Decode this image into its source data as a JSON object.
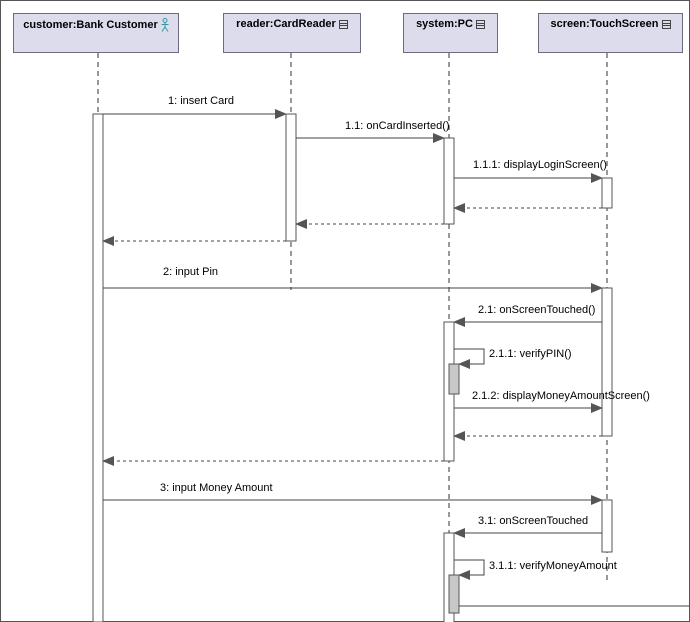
{
  "colors": {
    "header_fill": "#dcdcec",
    "header_border": "#6b6b80",
    "actor_icon": "#2e9aa6",
    "activation_fill": "#ffffff",
    "nested_activation_fill": "#c8c8c8",
    "line": "#444444"
  },
  "lifelines": [
    {
      "label": "customer:Bank Customer",
      "icon": "actor-icon"
    },
    {
      "label": "reader:CardReader",
      "icon": "class-icon"
    },
    {
      "label": "system:PC",
      "icon": "class-icon"
    },
    {
      "label": "screen:TouchScreen",
      "icon": "class-icon"
    }
  ],
  "messages": [
    {
      "label": "1: insert Card",
      "from": "customer",
      "to": "reader",
      "kind": "call"
    },
    {
      "label": "1.1: onCardInserted()",
      "from": "reader",
      "to": "system",
      "kind": "call"
    },
    {
      "label": "1.1.1: displayLoginScreen()",
      "from": "system",
      "to": "screen",
      "kind": "call"
    },
    {
      "label": "",
      "from": "screen",
      "to": "system",
      "kind": "return"
    },
    {
      "label": "",
      "from": "system",
      "to": "reader",
      "kind": "return"
    },
    {
      "label": "",
      "from": "reader",
      "to": "customer",
      "kind": "return"
    },
    {
      "label": "2: input Pin",
      "from": "customer",
      "to": "screen",
      "kind": "call"
    },
    {
      "label": "2.1: onScreenTouched()",
      "from": "screen",
      "to": "system",
      "kind": "call"
    },
    {
      "label": "2.1.1: verifyPIN()",
      "from": "system",
      "to": "system",
      "kind": "self"
    },
    {
      "label": "2.1.2: displayMoneyAmountScreen()",
      "from": "system",
      "to": "screen",
      "kind": "call"
    },
    {
      "label": "",
      "from": "screen",
      "to": "system",
      "kind": "return"
    },
    {
      "label": "",
      "from": "system",
      "to": "customer",
      "kind": "return"
    },
    {
      "label": "3: input Money Amount",
      "from": "customer",
      "to": "screen",
      "kind": "call"
    },
    {
      "label": "3.1: onScreenTouched",
      "from": "screen",
      "to": "system",
      "kind": "call"
    },
    {
      "label": "3.1.1: verifyMoneyAmount",
      "from": "system",
      "to": "system",
      "kind": "self"
    },
    {
      "label": "",
      "from": "system",
      "to": "off-canvas",
      "kind": "call"
    }
  ]
}
